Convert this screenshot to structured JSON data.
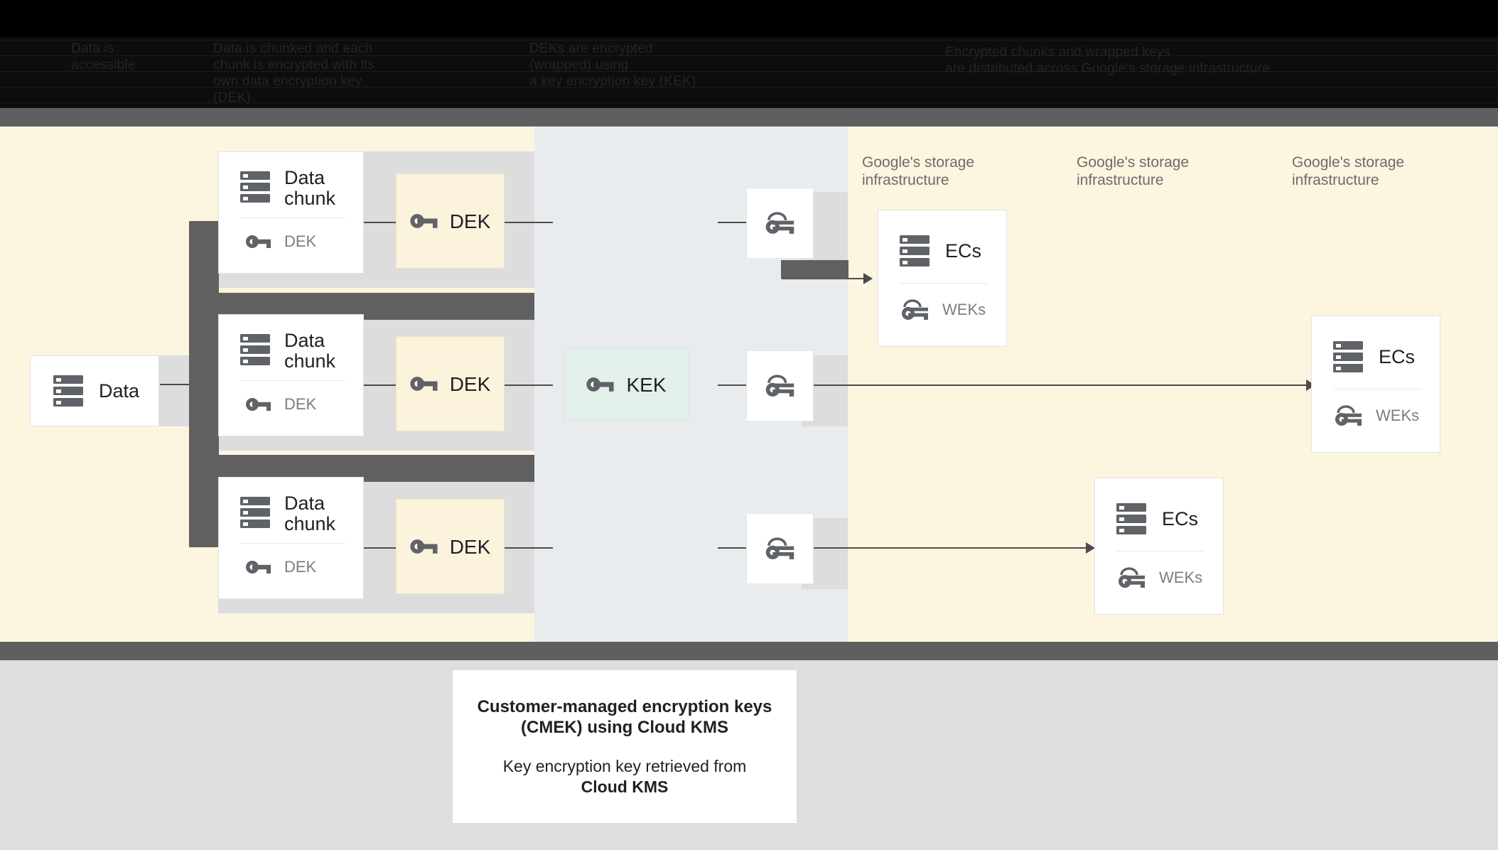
{
  "header": {
    "occluded": true,
    "columns": [
      {
        "text": "Data is\naccessible"
      },
      {
        "text": "Data is chunked and each\nchunk is encrypted with its\nown data encryption key (DEK)"
      },
      {
        "text": "DEKs are encrypted\n(wrapped) using\na key encryption key (KEK)"
      },
      {
        "text": "Encrypted chunks and wrapped keys\nare distributed across Google's storage infrastructure"
      }
    ]
  },
  "diagram": {
    "source": {
      "label": "Data",
      "icon": "storage-icon"
    },
    "chunks": [
      {
        "title": "Data\nchunk",
        "key_label": "DEK",
        "icon": "storage-icon",
        "key_icon": "key-icon"
      },
      {
        "title": "Data\nchunk",
        "key_label": "DEK",
        "icon": "storage-icon",
        "key_icon": "key-icon"
      },
      {
        "title": "Data\nchunk",
        "key_label": "DEK",
        "icon": "storage-icon",
        "key_icon": "key-icon"
      }
    ],
    "deks": [
      {
        "label": "DEK",
        "icon": "key-icon"
      },
      {
        "label": "DEK",
        "icon": "key-icon"
      },
      {
        "label": "DEK",
        "icon": "key-icon"
      }
    ],
    "kek": {
      "label": "KEK",
      "icon": "key-icon"
    },
    "wrapped_keys": [
      {
        "icon": "wrapped-key-icon"
      },
      {
        "icon": "wrapped-key-icon"
      },
      {
        "icon": "wrapped-key-icon"
      }
    ],
    "storage_labels": [
      {
        "text": "Google's storage\ninfrastructure"
      },
      {
        "text": "Google's storage\ninfrastructure"
      },
      {
        "text": "Google's storage\ninfrastructure"
      }
    ],
    "ec_cards": [
      {
        "title": "ECs",
        "key_label": "WEKs",
        "icon": "storage-icon",
        "key_icon": "wrapped-key-icon"
      },
      {
        "title": "ECs",
        "key_label": "WEKs",
        "icon": "storage-icon",
        "key_icon": "wrapped-key-icon"
      },
      {
        "title": "ECs",
        "key_label": "WEKs",
        "icon": "storage-icon",
        "key_icon": "wrapped-key-icon"
      }
    ]
  },
  "caption": {
    "title": "Customer-managed encryption keys\n(CMEK) using Cloud KMS",
    "subtitle_line1": "Key encryption key retrieved from",
    "subtitle_line2": "Cloud KMS"
  },
  "colors": {
    "cream": "#FCF5DF",
    "blue_gray": "#E8ECEE",
    "plate_gray": "#DDDDDD",
    "occlusion_gray": "#606060",
    "dek_fill": "#FCF3DC",
    "kek_fill": "#E3F0EA",
    "icon_gray": "#5F6368",
    "footer_gray": "#DEDEDE"
  }
}
